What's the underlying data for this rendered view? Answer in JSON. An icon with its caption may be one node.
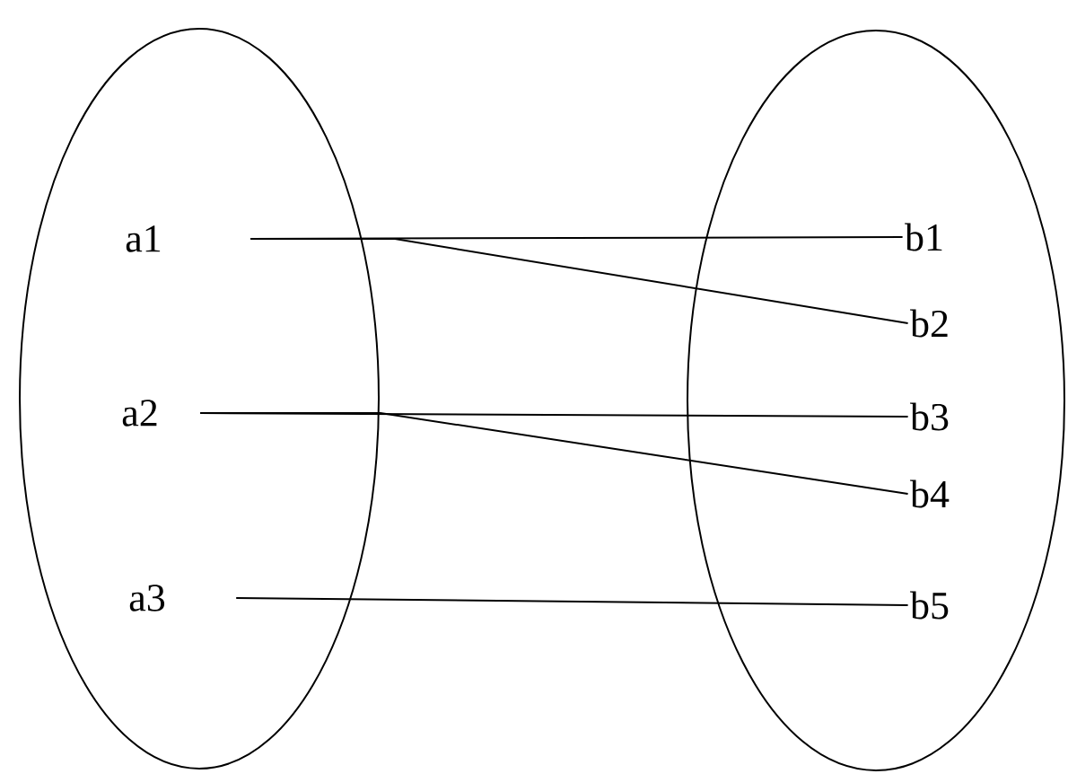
{
  "diagram": {
    "nodes": [
      {
        "text": [],
        "shape": "ellipse"
      },
      {
        "text": [
          "a1"
        ],
        "in": 0
      },
      {
        "text": [
          "a2"
        ],
        "in": 0
      },
      {
        "text": [
          "a3"
        ],
        "in": 0
      },
      {
        "text": [],
        "shape": "ellipse"
      },
      {
        "text": [
          "b1"
        ],
        "in": 4
      },
      {
        "text": [
          "b2"
        ],
        "in": 4
      },
      {
        "text": [
          "b3"
        ],
        "in": 4
      },
      {
        "text": [
          "b4"
        ],
        "in": 4
      },
      {
        "text": [
          "b5"
        ],
        "in": 4
      }
    ],
    "edges": [
      {
        "from": 1,
        "to": 5,
        "arrow": "none"
      },
      {
        "from": 1,
        "to": 6,
        "arrow": "none"
      },
      {
        "from": 2,
        "to": 7,
        "arrow": "none"
      },
      {
        "from": 2,
        "to": 8,
        "arrow": "none"
      },
      {
        "from": 3,
        "to": 9,
        "arrow": "none"
      }
    ]
  }
}
